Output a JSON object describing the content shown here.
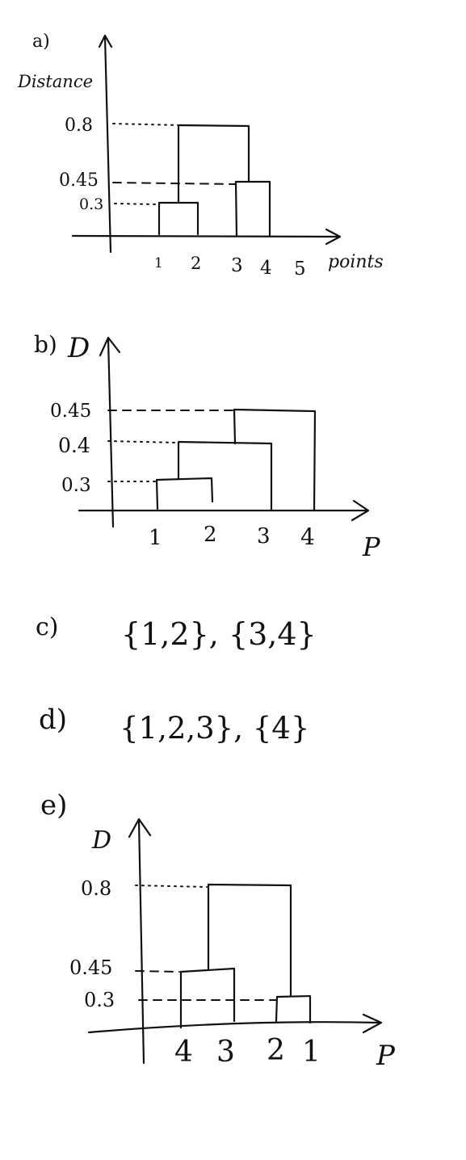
{
  "panel_a": {
    "label": "a)",
    "y_axis_label": "Distance",
    "x_axis_label": "points",
    "y_ticks": [
      "0.8",
      "0.45",
      "0.3"
    ],
    "x_ticks": [
      "1",
      "2",
      "3",
      "4",
      "5"
    ]
  },
  "panel_b": {
    "label": "b)",
    "y_axis_label": "D",
    "x_axis_label": "P",
    "y_ticks": [
      "0.45",
      "0.4",
      "0.3"
    ],
    "x_ticks": [
      "1",
      "2",
      "3",
      "4"
    ]
  },
  "panel_c": {
    "label": "c)",
    "answer": "{1,2}, {3,4}"
  },
  "panel_d": {
    "label": "d)",
    "answer": "{1,2,3}, {4}"
  },
  "panel_e": {
    "label": "e)",
    "y_axis_label": "D",
    "x_axis_label": "P",
    "y_ticks": [
      "0.8",
      "0.45",
      "0.3"
    ],
    "x_ticks": [
      "4",
      "3",
      "2",
      "1"
    ]
  }
}
